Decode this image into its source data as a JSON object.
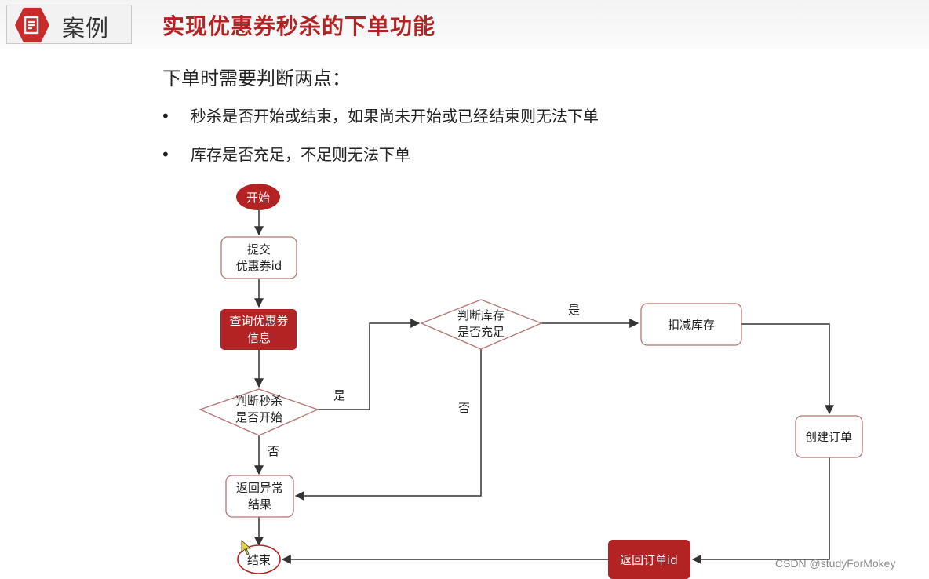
{
  "header": {
    "badge_label": "案例",
    "title": "实现优惠券秒杀的下单功能"
  },
  "intro": "下单时需要判断两点：",
  "bullets": [
    "秒杀是否开始或结束，如果尚未开始或已经结束则无法下单",
    "库存是否充足，不足则无法下单"
  ],
  "flowchart": {
    "nodes": {
      "start": "开始",
      "submit": [
        "提交",
        "优惠券id"
      ],
      "query": [
        "查询优惠券",
        "信息"
      ],
      "judge_seckill": [
        "判断秒杀",
        "是否开始"
      ],
      "judge_stock": [
        "判断库存",
        "是否充足"
      ],
      "deduct": "扣减库存",
      "create_order": "创建订单",
      "return_error": [
        "返回异常",
        "结果"
      ],
      "return_order": "返回订单id",
      "end": "结束"
    },
    "edge_labels": {
      "seckill_yes": "是",
      "seckill_no": "否",
      "stock_yes": "是",
      "stock_no": "否"
    },
    "colors": {
      "accent_red": "#b42323",
      "box_border": "#b57575",
      "line": "#333333"
    }
  },
  "watermark": "CSDN @studyForMokey"
}
